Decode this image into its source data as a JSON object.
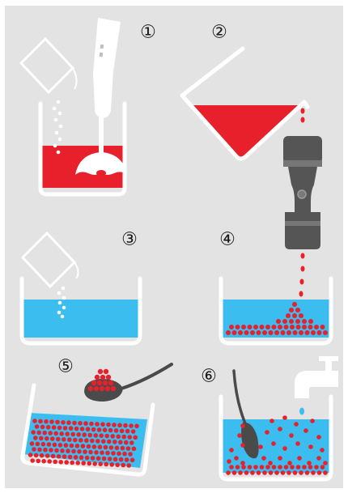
{
  "steps": [
    {
      "number": "1",
      "glyph": "①",
      "icon": "immersion-blender-mixing-red-liquid"
    },
    {
      "number": "2",
      "glyph": "②",
      "icon": "beaker-pouring-into-pipette"
    },
    {
      "number": "3",
      "glyph": "③",
      "icon": "powder-into-blue-bath"
    },
    {
      "number": "4",
      "glyph": "④",
      "icon": "dripping-red-drops-into-bath"
    },
    {
      "number": "5",
      "glyph": "⑤",
      "icon": "spoon-lifting-spheres"
    },
    {
      "number": "6",
      "glyph": "⑥",
      "icon": "faucet-rinsing-spheres"
    }
  ],
  "colors": {
    "background": "#e3e3e3",
    "red_liquid": "#e8202c",
    "blue_liquid": "#3cbdf0",
    "vessel": "#ffffff",
    "device": "#555555",
    "spoon": "#4a4a4a"
  }
}
